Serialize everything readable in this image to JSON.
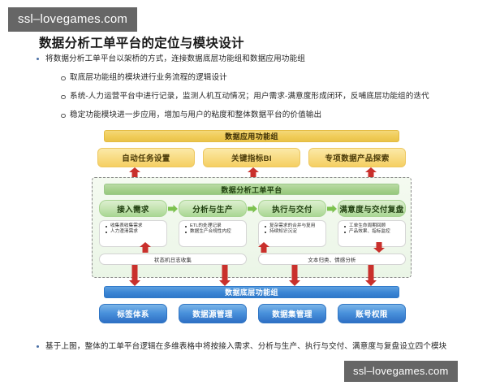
{
  "watermarks": {
    "top": "ssl–lovegames.com",
    "bottom": "ssl–lovegames.com"
  },
  "document": {
    "title": "数据分析工单平台的定位与模块设计",
    "bullets": [
      "将数据分析工单平台以架桥的方式，连接数据底层功能组和数据应用功能组",
      "取底层功能组的模块进行业务流程的逻辑设计",
      "系统-人力运营平台中进行记录，监测人机互动情况；用户需求-满意度形成闭环，反哺底层功能组的迭代",
      "稳定功能模块进一步应用，增加与用户的粘度和整体数据平台的价值输出"
    ],
    "closing_bullet": "基于上图，整体的工单平台逻辑在多维表格中将按接入需求、分析与生产、执行与交付、满意度与复盘设立四个模块"
  },
  "diagram": {
    "application_layer": {
      "header": "数据应用功能组",
      "boxes": [
        "自动任务设置",
        "关键指标BI",
        "专项数据产品探索"
      ],
      "color": "#f0cc57"
    },
    "platform_layer": {
      "header": "数据分析工单平台",
      "stages": [
        "接入需求",
        "分析与生产",
        "执行与交付",
        "满意度与交付复盘"
      ],
      "color": "#a5d08c",
      "details": [
        [
          "收集表收集需求",
          "人力澄清需求"
        ],
        [
          "ETL的处理记录",
          "数据生产合规性内控"
        ],
        [
          "复杂需求的合并与复用",
          "持续知识沉淀"
        ],
        [
          "工单生命周期回顾",
          "产品效果、指标监控"
        ]
      ],
      "pills": [
        "状态机日志收集",
        "文本归类、情感分析"
      ]
    },
    "foundation_layer": {
      "header": "数据底层功能组",
      "boxes": [
        "标签体系",
        "数据源管理",
        "数据集管理",
        "账号权限"
      ],
      "color": "#3a85d4"
    },
    "arrow_color": "#c9302c"
  }
}
